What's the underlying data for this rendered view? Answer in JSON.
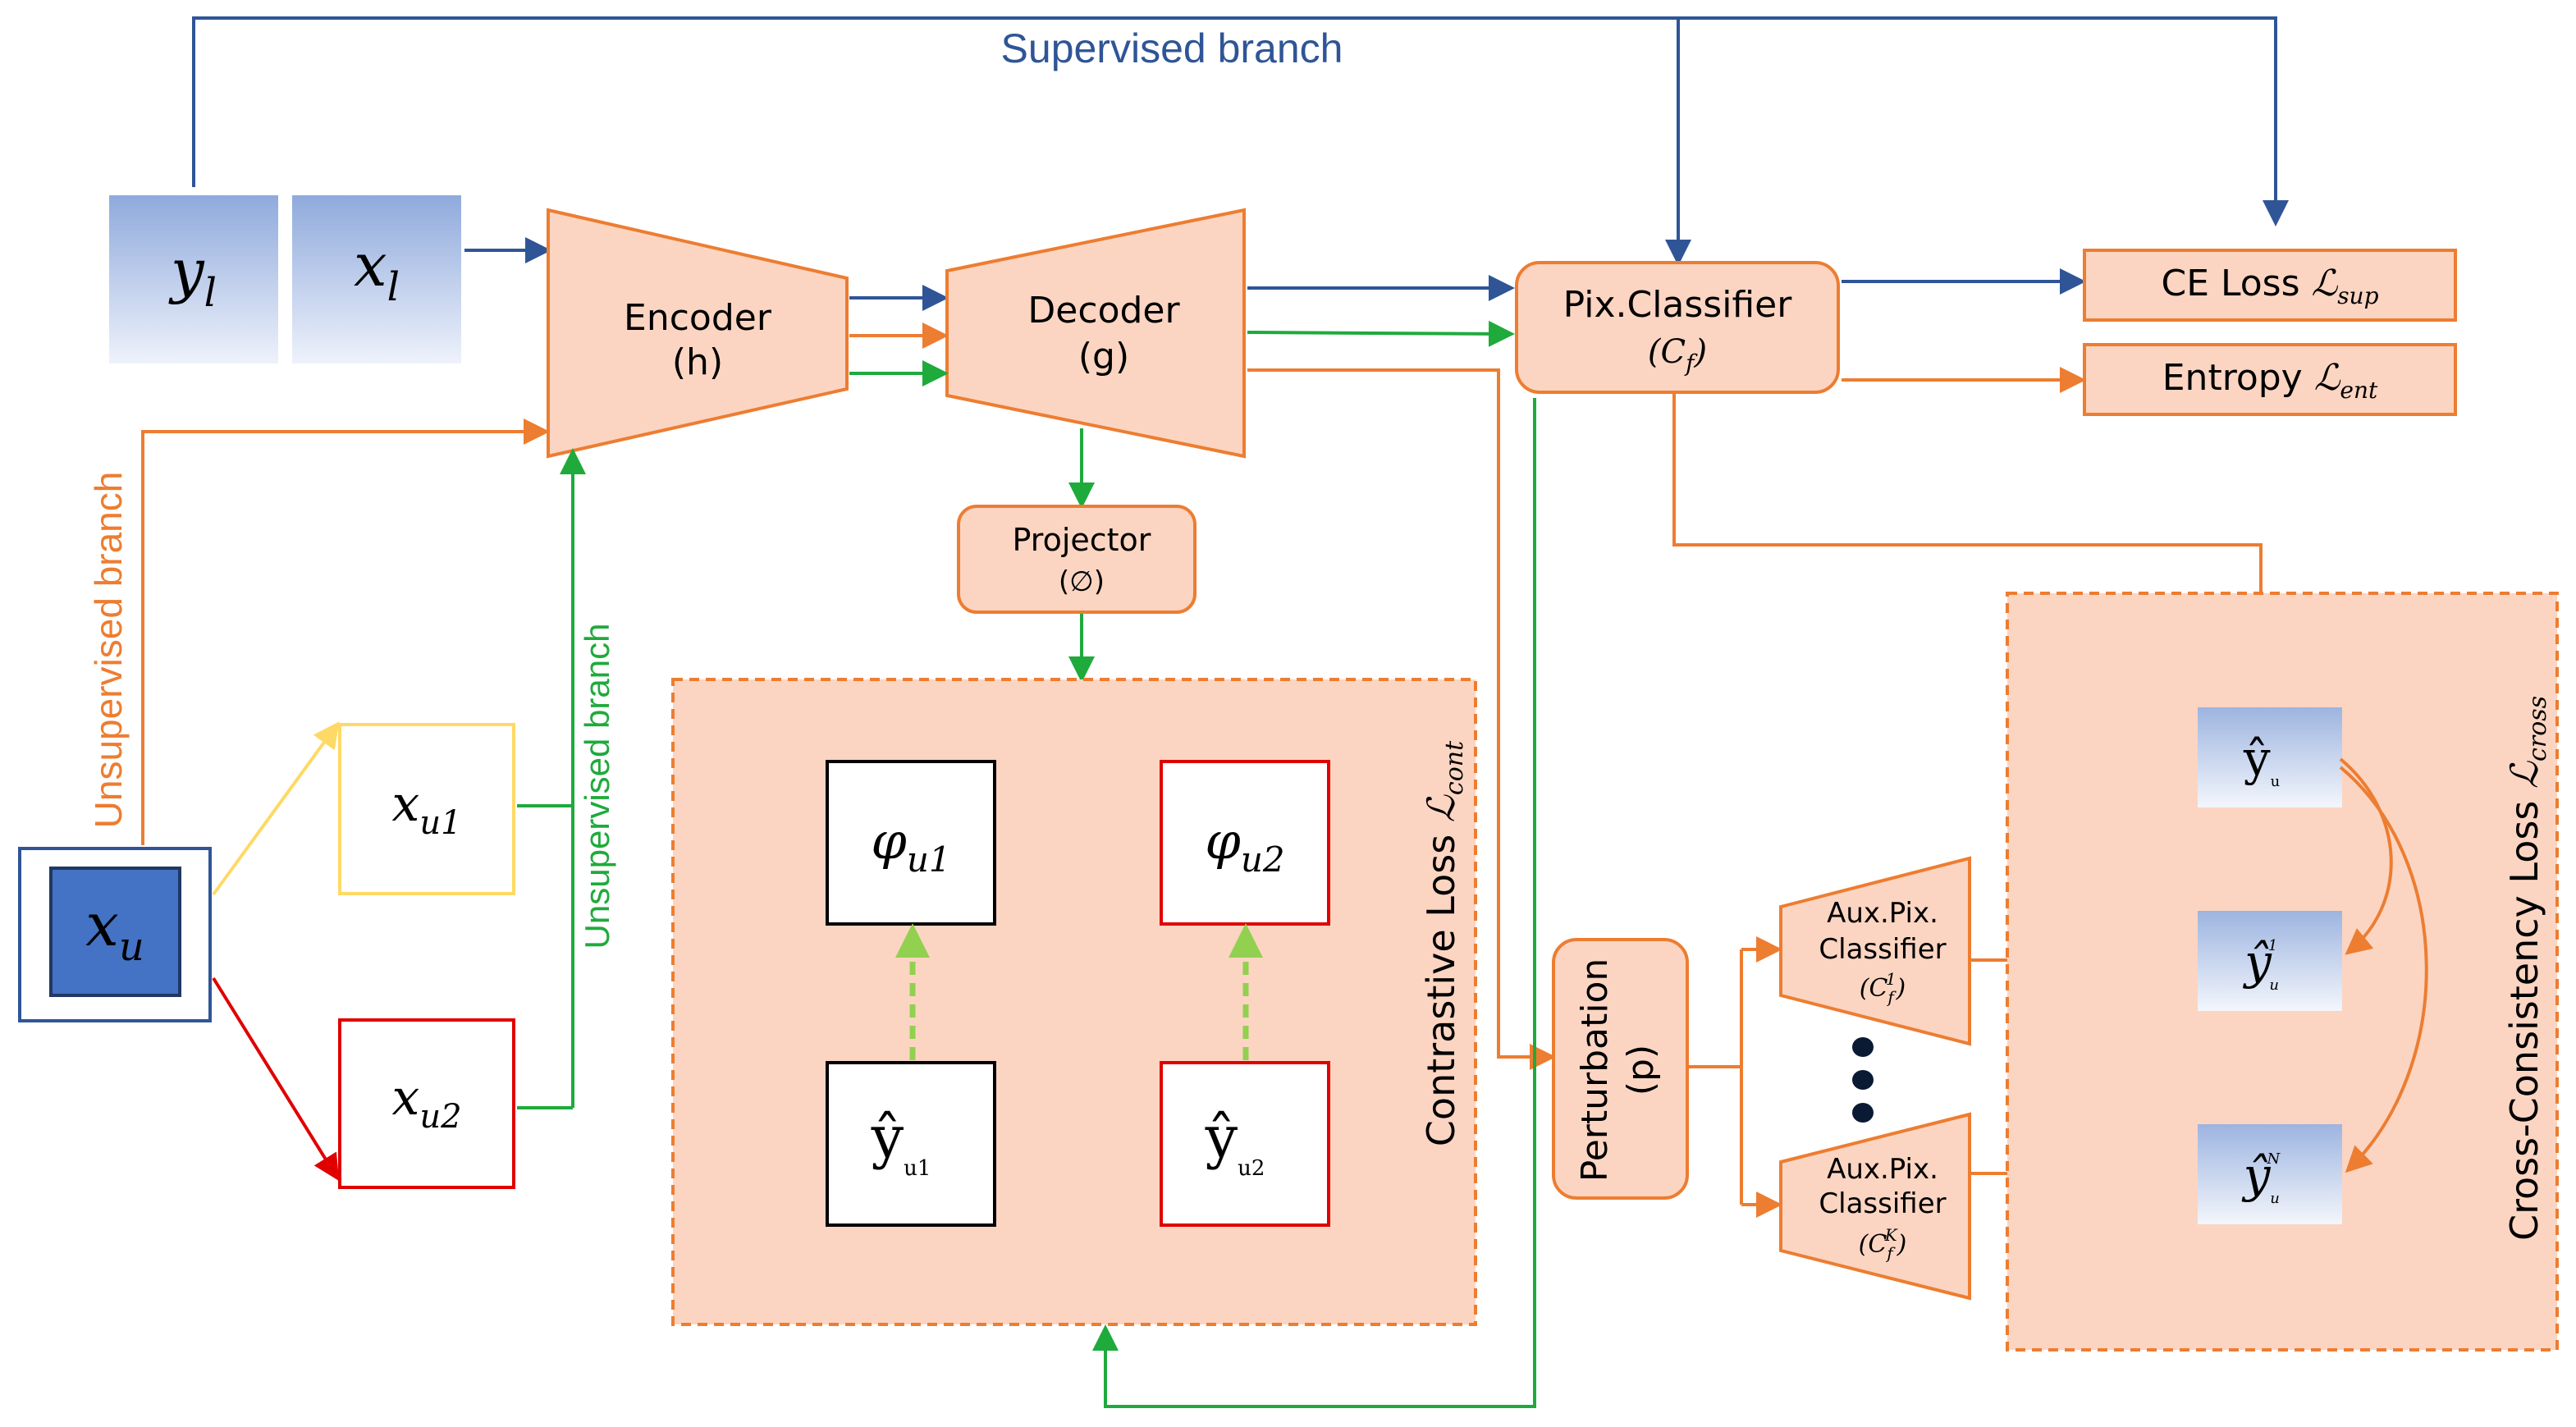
{
  "branches": {
    "supervised": "Supervised branch",
    "unsupervised_outer": "Unsupervised branch",
    "unsupervised_inner": "Unsupervised branch"
  },
  "inputs": {
    "y_l": {
      "base": "y",
      "sub": "l"
    },
    "x_l": {
      "base": "x",
      "sub": "l"
    },
    "x_u": {
      "base": "x",
      "sub": "u"
    },
    "x_u1": {
      "base": "x",
      "sub": "u1"
    },
    "x_u2": {
      "base": "x",
      "sub": "u2"
    }
  },
  "modules": {
    "encoder": {
      "name": "Encoder",
      "symbol": "(h)"
    },
    "decoder": {
      "name": "Decoder",
      "symbol": "(g)"
    },
    "projector": {
      "name": "Projector",
      "symbol": "(∅)"
    },
    "classifier": {
      "name": "Pix.Classifier",
      "symbol_base": "(C",
      "symbol_sub": "f",
      "symbol_close": ")"
    },
    "perturbation": {
      "name": "Perturbation",
      "symbol": "(p)"
    },
    "aux1": {
      "line1": "Aux.Pix.",
      "line2": "Classifier",
      "symbol_base": "(C",
      "symbol_sub": "f",
      "symbol_sup": "1",
      "symbol_close": ")"
    },
    "auxk": {
      "line1": "Aux.Pix.",
      "line2": "Classifier",
      "symbol_base": "(C",
      "symbol_sub": "f",
      "symbol_sup": "K",
      "symbol_close": ")"
    }
  },
  "losses": {
    "ce": {
      "name": "CE Loss ",
      "symbol": "ℒ",
      "sub": "sup"
    },
    "entropy": {
      "name": "Entropy ",
      "symbol": "ℒ",
      "sub": "ent"
    },
    "contrastive": {
      "name": "Contrastive Loss ",
      "symbol": "ℒ",
      "sub": "cont"
    },
    "cross": {
      "name": "Cross-Consistency Loss ",
      "symbol": "ℒ",
      "sub": "cross"
    }
  },
  "contrastive_box": {
    "phi1": {
      "base": "φ",
      "sub": "u1"
    },
    "phi2": {
      "base": "φ",
      "sub": "u2"
    },
    "yhat1": {
      "base": "ŷ",
      "sub": "u1"
    },
    "yhat2": {
      "base": "ŷ",
      "sub": "u2"
    }
  },
  "predictions": {
    "main": {
      "base": "ŷ",
      "sub": "u",
      "sup": ""
    },
    "aux1": {
      "base": "ŷ",
      "sub": "u",
      "sup": "1"
    },
    "auxN": {
      "base": "ŷ",
      "sub": "u",
      "sup": "N"
    }
  },
  "colors": {
    "blue": "#2F5597",
    "orange": "#ED7D31",
    "green": "#1FAA3C",
    "light_green": "#92D050",
    "yellow": "#FFD966",
    "red": "#E00000",
    "peach": "#FBD5C2",
    "input_blue": "#4472C4"
  }
}
